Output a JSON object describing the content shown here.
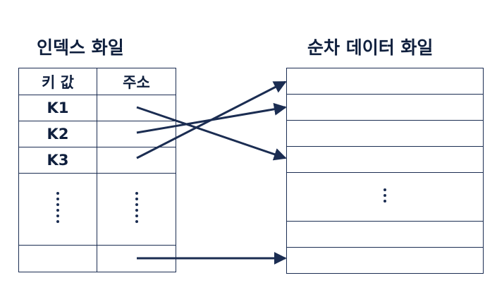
{
  "index_file": {
    "title": "인덱스 화일",
    "headers": {
      "key": "키 값",
      "address": "주소"
    },
    "rows": [
      {
        "key": "K1"
      },
      {
        "key": "K2"
      },
      {
        "key": "K3"
      }
    ]
  },
  "sequential_file": {
    "title": "순차 데이터 화일"
  },
  "colors": {
    "ink": "#1b2d52",
    "text": "#0f1f3d",
    "background": "#ffffff"
  }
}
